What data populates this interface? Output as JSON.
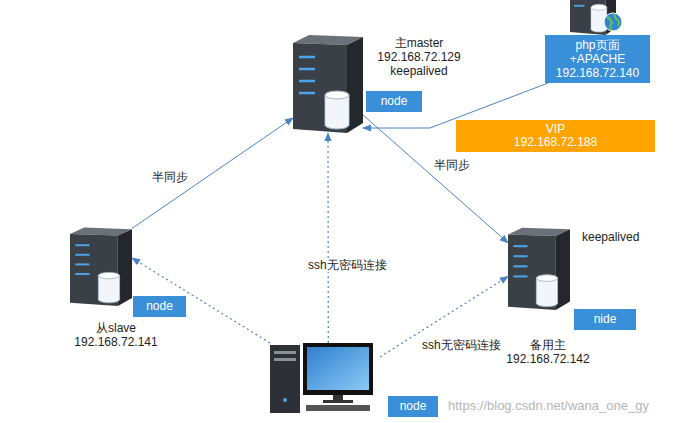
{
  "diagram": {
    "nodes": [
      {
        "text": [
          "php页面+APACHE 192.168.72.140"
        ]
      },
      {
        "text": [
          "主master 192.168.72.129 keepalived",
          "node"
        ]
      },
      {
        "text": [
          "VIP 192.168.72.188"
        ]
      },
      {
        "text": [
          "node",
          "从slave 192.168.72.141"
        ]
      },
      {
        "text": [
          "keepalived",
          "nide",
          "备用主 192.168.72.142"
        ]
      },
      {
        "text": [
          "node"
        ]
      }
    ],
    "edges": [
      {
        "from": 0,
        "to": 1,
        "arrow": "to"
      },
      {
        "from": 3,
        "to": 1,
        "arrow": "to",
        "label": "半同步"
      },
      {
        "from": 1,
        "to": 4,
        "arrow": "to",
        "label": "半同步"
      },
      {
        "from": 5,
        "to": 1,
        "arrow": "to",
        "label": "ssh无密码连接"
      },
      {
        "from": 5,
        "to": 3,
        "arrow": "to"
      },
      {
        "from": 5,
        "to": 4,
        "arrow": "to",
        "label": "ssh无密码连接"
      }
    ],
    "labels": [
      "https://blog.csdn.net/wana_one_gy"
    ]
  }
}
